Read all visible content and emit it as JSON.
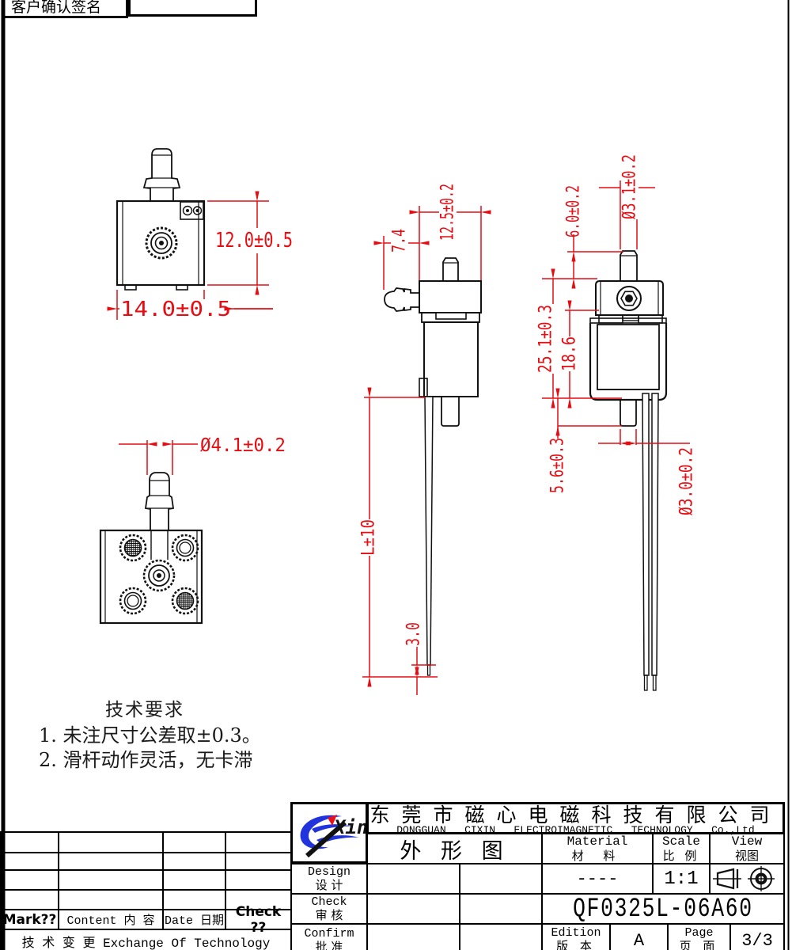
{
  "signature_box": {
    "label": "客户确认签名"
  },
  "dims": {
    "front_height": "12.0±0.5",
    "front_width": "14.0±0.5",
    "side_nozzle": "7.4",
    "side_width": "12.5±0.2",
    "side_wire_len": "L±10",
    "side_tip": "3.0",
    "rear_stem_dia": "Ø3.1±0.2",
    "rear_stem_h": "6.0±0.2",
    "rear_total_h": "25.1±0.3",
    "rear_coil_h": "18.6",
    "rear_stub_h": "5.6±0.3",
    "rear_wire_dia": "Ø3.0±0.2",
    "bottom_nozzle_dia": "Ø4.1±0.2"
  },
  "tech_requirements": {
    "title": "技术要求",
    "item1": "1. 未注尺寸公差取±0.3。",
    "item2": "2. 滑杆动作灵活，无卡滞"
  },
  "revision_table": {
    "mark": "Mark??",
    "content": "Content 内 容",
    "date": "Date 日期",
    "check": "Check ??",
    "footer": "技 术 变 更  Exchange Of Technology"
  },
  "title_block": {
    "logo_text": "Xin",
    "company_cn": "东莞市磁心电磁科技有限公司",
    "company_en": "DONGGUAN   CIXIN   ELECTROIMAGNETIC   TECHNOLOGY   Co.,Ltd",
    "drawing_title": "外 形 图",
    "material_en": "Material",
    "material_cn": "材  料",
    "material_value": "----",
    "scale_en": "Scale",
    "scale_cn": "比 例",
    "scale_value": "1:1",
    "view_en": "View",
    "view_cn": "视图",
    "design_en": "Design",
    "design_cn": "设 计",
    "check_en": "Check",
    "check_cn": "审 核",
    "confirm_en": "Confirm",
    "confirm_cn": "批 准",
    "part_number": "QF0325L-06A60",
    "edition_en": "Edition",
    "edition_cn": "版 本",
    "edition_value": "A",
    "page_en": "Page",
    "page_cn": "页 面",
    "page_value": "3/3"
  }
}
